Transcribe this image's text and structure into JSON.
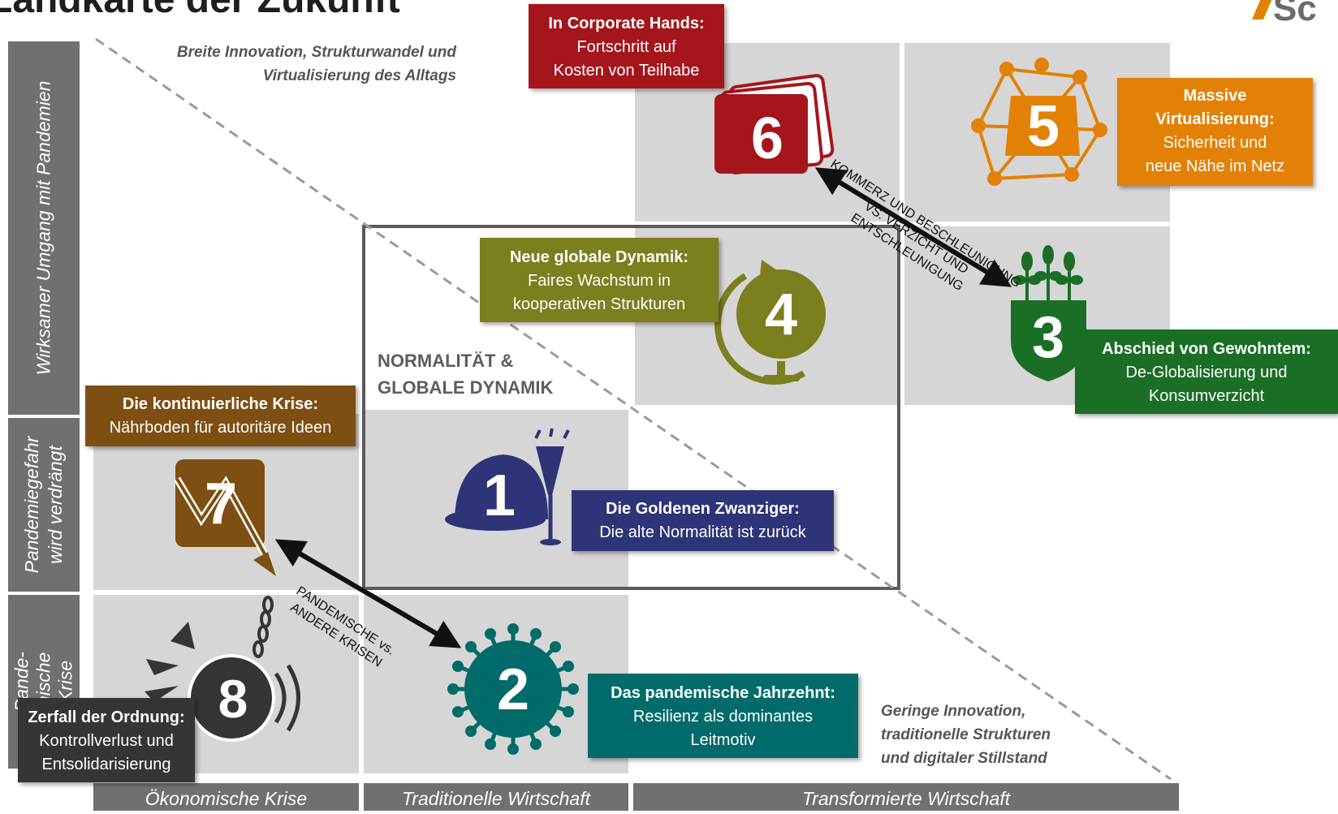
{
  "title": "Landkarte der Zukunft",
  "y_axis": [
    {
      "label": "Wirksamer Umgang mit Pandemien"
    },
    {
      "label": "Pandemiegefahr\nwird verdrängt"
    },
    {
      "label": "Pande-\nmische\nKrise"
    }
  ],
  "x_axis": [
    {
      "label": "Ökonomische Krise"
    },
    {
      "label": "Traditionelle Wirtschaft"
    },
    {
      "label": "Transformierte Wirtschaft"
    }
  ],
  "captions": {
    "top_left": "Breite Innovation, Strukturwandel und\nVirtualisierung des Alltags",
    "bottom_right": "Geringe Innovation,\ntraditionelle Strukturen\nund digitaler Stillstand"
  },
  "normal_label": "NORMALITÄT &\nGLOBALE DYNAMIK",
  "scenarios": [
    {
      "number": "1",
      "title": "Die Goldenen Zwanziger:",
      "text": "Die alte Normalität ist zurück",
      "color": "#2e3477"
    },
    {
      "number": "2",
      "title": "Das pandemische Jahrzehnt:",
      "text": "Resilienz als dominantes\nLeitmotiv",
      "color": "#006b6a"
    },
    {
      "number": "3",
      "title": "Abschied von Gewohntem:",
      "text": "De-Globalisierung und\nKonsumverzicht",
      "color": "#1b6e25"
    },
    {
      "number": "4",
      "title": "Neue globale Dynamik:",
      "text": "Faires Wachstum in\nkooperativen Strukturen",
      "color": "#7b7f1d"
    },
    {
      "number": "5",
      "title": "Massive\nVirtualisierung:",
      "text": "Sicherheit und\nneue Nähe im Netz",
      "color": "#e38106"
    },
    {
      "number": "6",
      "title": "In Corporate Hands:",
      "text": "Fortschritt auf\nKosten von Teilhabe",
      "color": "#a5151c"
    },
    {
      "number": "7",
      "title": "Die kontinuierliche Krise:",
      "text": "Nährboden für autoritäre Ideen",
      "color": "#7e4f12"
    },
    {
      "number": "8",
      "title": "Zerfall der Ordnung:",
      "text": "Kontrollverlust und\nEntsolidarisierung",
      "color": "#353535"
    }
  ],
  "arrows": {
    "top": "KOMMERZ UND BESCHLEUNIGUNG\nVS. VERZICHT UND\nENTSCHLEUNIGUNG",
    "bottom": "PANDEMISCHE vs.\nANDERE KRISEN"
  }
}
